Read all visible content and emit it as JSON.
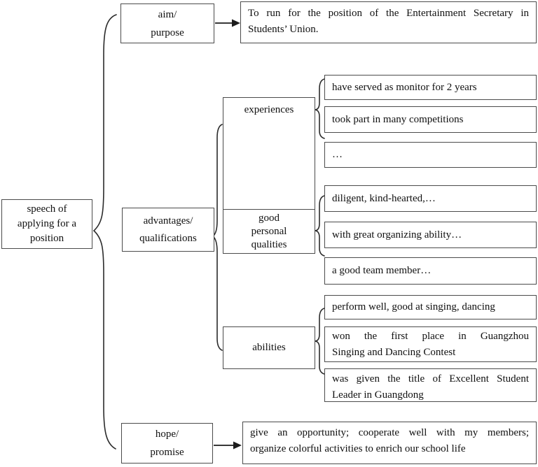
{
  "colors": {
    "background": "#ffffff",
    "box_border": "#4b4b4b",
    "text": "#101010",
    "connector": "#2b2b2b"
  },
  "root": {
    "label": "speech of\napplying for a\nposition"
  },
  "aim": {
    "label": "aim/\npurpose",
    "result_line1": "To run for the position of the Entertainment Secretary in",
    "result_line2": "Students’ Union."
  },
  "advantages": {
    "label": "advantages/\nqualifications"
  },
  "experiences": {
    "label": "experiences",
    "items": [
      "have served as monitor for 2 years",
      "took part in many competitions",
      "…"
    ]
  },
  "qualities": {
    "label": "good\npersonal\nqualities",
    "items": [
      "diligent, kind-hearted,…",
      "with great organizing ability…",
      "a good team member…"
    ]
  },
  "abilities": {
    "label": "abilities",
    "item1": "perform well, good at singing, dancing",
    "item2_line1": "won the first place in Guangzhou",
    "item2_line2": "Singing and Dancing Contest",
    "item3_line1": "was given the title of Excellent Student",
    "item3_line2": "Leader in Guangdong"
  },
  "hope": {
    "label": "hope/\npromise",
    "result_line1": "give an opportunity; cooperate well with my members;",
    "result_line2": "organize colorful activities to enrich our school life"
  }
}
